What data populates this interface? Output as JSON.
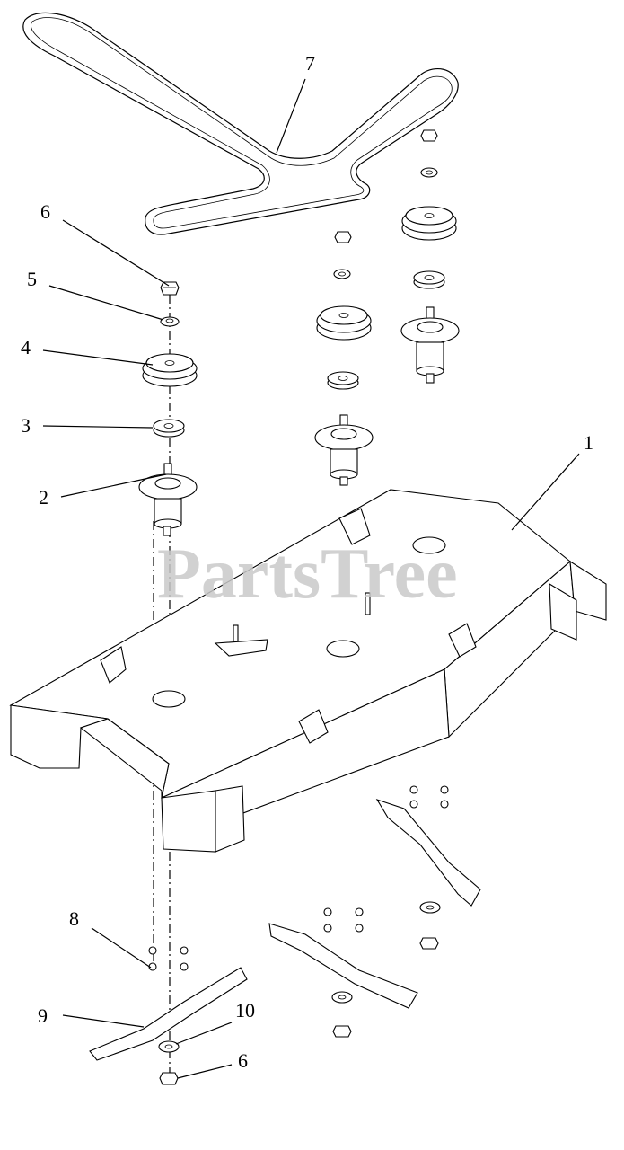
{
  "watermark": "PartsTree",
  "callouts": [
    {
      "id": "1",
      "label": "1"
    },
    {
      "id": "2",
      "label": "2"
    },
    {
      "id": "3",
      "label": "3"
    },
    {
      "id": "4",
      "label": "4"
    },
    {
      "id": "5",
      "label": "5"
    },
    {
      "id": "6a",
      "label": "6"
    },
    {
      "id": "7",
      "label": "7"
    },
    {
      "id": "8",
      "label": "8"
    },
    {
      "id": "9",
      "label": "9"
    },
    {
      "id": "10",
      "label": "10"
    },
    {
      "id": "6b",
      "label": "6"
    }
  ],
  "colors": {
    "line": "#000000",
    "background": "#ffffff",
    "watermark": "#c9c9c9"
  }
}
